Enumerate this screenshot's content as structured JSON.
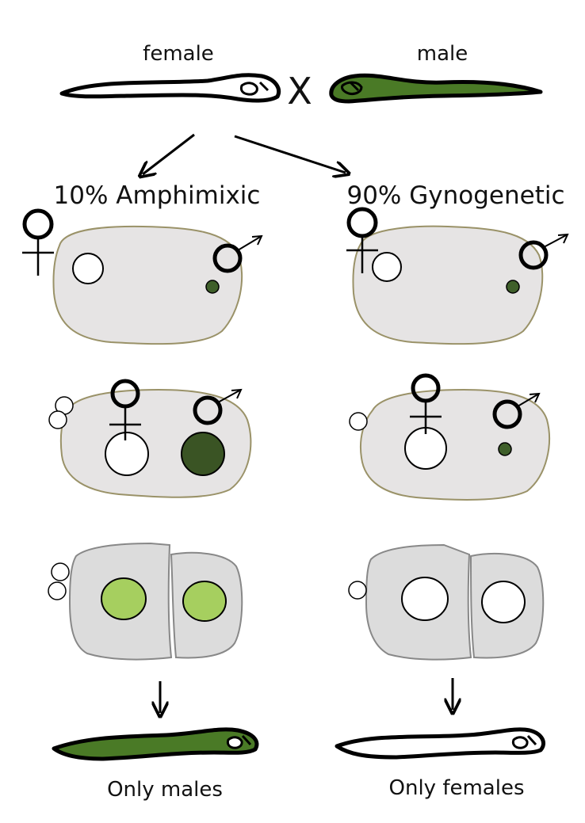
{
  "labels": {
    "female": "female",
    "male": "male",
    "cross": "X",
    "amphimixic": "10% Amphimixic",
    "gynogenetic": "90% Gynogenetic",
    "only_males": "Only males",
    "only_females": "Only females"
  },
  "colors": {
    "male_worm": "#4a7a26",
    "female_worm": "#ffffff",
    "cell": "#e6e4e4",
    "cell_outline": "#9a9268",
    "embryo": "#dcdcdc",
    "embryo_outline": "#888888",
    "sperm_nucleus_small": "#3f5f2a",
    "sperm_nucleus_large": "#3a5424",
    "fused_nucleus": "#a6cf5f"
  },
  "icons": {
    "female_symbol": "venus-icon",
    "male_symbol": "mars-icon",
    "arrow": "arrow-icon"
  }
}
